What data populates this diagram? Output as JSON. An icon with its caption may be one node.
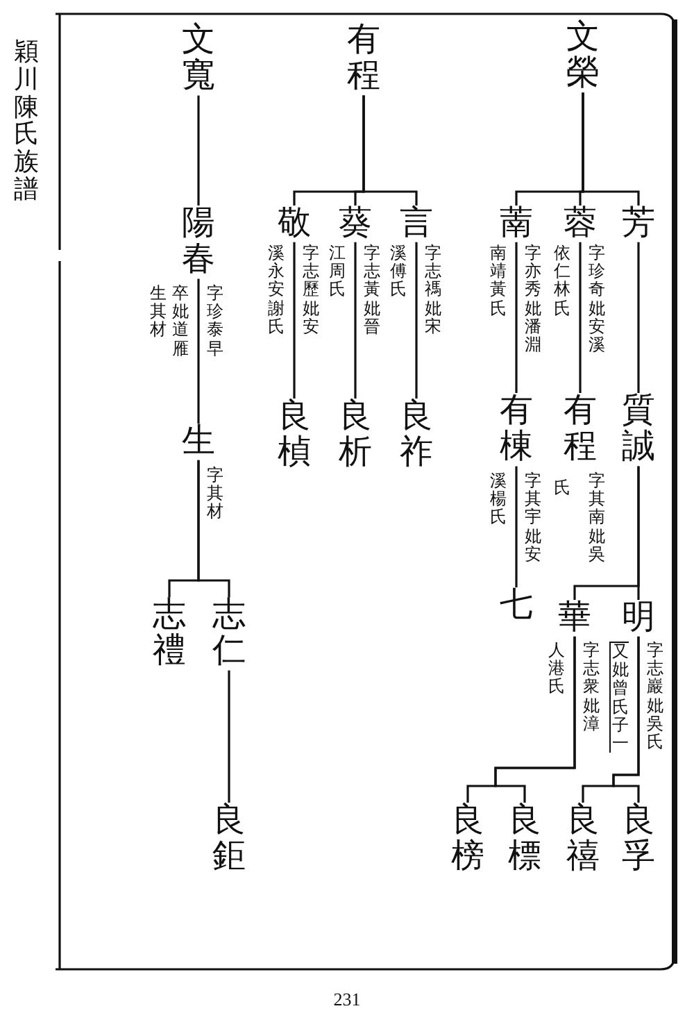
{
  "diagram": {
    "title": "穎川陳氏族譜",
    "nodes": [
      {
        "text": [
          "文榮"
        ]
      },
      {
        "text": [
          "有程"
        ]
      },
      {
        "text": [
          "文寬"
        ]
      },
      {
        "text": [
          "芳"
        ]
      },
      {
        "text": [
          "蓉"
        ],
        "beside": [
          "字珍奇妣安溪",
          "依仁林氏"
        ]
      },
      {
        "text": [
          "萳"
        ],
        "beside": [
          "字亦秀妣潘淵",
          "南靖黃氏"
        ]
      },
      {
        "text": [
          "言"
        ],
        "beside": [
          "字志禡妣宋",
          "溪傅氏"
        ]
      },
      {
        "text": [
          "葵"
        ],
        "beside": [
          "字志黃妣晉",
          "江周氏"
        ]
      },
      {
        "text": [
          "敬"
        ],
        "beside": [
          "字志歷妣安",
          "溪永安謝氏"
        ]
      },
      {
        "text": [
          "陽春"
        ],
        "beside": [
          "字珍泰早",
          "卒妣道雁",
          "生其材"
        ]
      },
      {
        "text": [
          "質誠"
        ]
      },
      {
        "text": [
          "有程"
        ],
        "beside": [
          "字其南妣吳",
          "氏"
        ]
      },
      {
        "text": [
          "有棟"
        ],
        "beside": [
          "字其宇妣安",
          "溪楊氏"
        ]
      },
      {
        "text": [
          "良祚"
        ]
      },
      {
        "text": [
          "良析"
        ]
      },
      {
        "text": [
          "良楨"
        ]
      },
      {
        "text": [
          "生"
        ],
        "beside": [
          "字其材"
        ]
      },
      {
        "text": [
          "七"
        ]
      },
      {
        "text": [
          "明"
        ],
        "beside": [
          "字志巖妣吳氏",
          "又妣曾氏子一"
        ]
      },
      {
        "text": [
          "華"
        ],
        "beside": [
          "字志衆妣漳",
          "人港氏"
        ]
      },
      {
        "text": [
          "志仁"
        ]
      },
      {
        "text": [
          "志禮"
        ]
      },
      {
        "text": [
          "良孚"
        ]
      },
      {
        "text": [
          "良禧"
        ]
      },
      {
        "text": [
          "良標"
        ]
      },
      {
        "text": [
          "良榜"
        ]
      },
      {
        "text": [
          "良鉅"
        ]
      }
    ],
    "edges": [
      {
        "from": 0,
        "to": 3,
        "arrow": "none"
      },
      {
        "from": 0,
        "to": 4,
        "arrow": "none"
      },
      {
        "from": 0,
        "to": 5,
        "arrow": "none"
      },
      {
        "from": 1,
        "to": 6,
        "arrow": "none"
      },
      {
        "from": 1,
        "to": 7,
        "arrow": "none"
      },
      {
        "from": 1,
        "to": 8,
        "arrow": "none"
      },
      {
        "from": 2,
        "to": 9,
        "arrow": "none"
      },
      {
        "from": 3,
        "to": 10,
        "arrow": "none"
      },
      {
        "from": 4,
        "to": 11,
        "arrow": "none"
      },
      {
        "from": 5,
        "to": 12,
        "arrow": "none"
      },
      {
        "from": 6,
        "to": 13,
        "arrow": "none"
      },
      {
        "from": 7,
        "to": 14,
        "arrow": "none"
      },
      {
        "from": 8,
        "to": 15,
        "arrow": "none"
      },
      {
        "from": 9,
        "to": 16,
        "arrow": "none"
      },
      {
        "from": 10,
        "to": 18,
        "arrow": "none"
      },
      {
        "from": 10,
        "to": 19,
        "arrow": "none"
      },
      {
        "from": 12,
        "to": 17,
        "arrow": "none"
      },
      {
        "from": 16,
        "to": 20,
        "arrow": "none"
      },
      {
        "from": 16,
        "to": 21,
        "arrow": "none"
      },
      {
        "from": 18,
        "to": 22,
        "arrow": "none"
      },
      {
        "from": 18,
        "to": 23,
        "arrow": "none"
      },
      {
        "from": 19,
        "to": 24,
        "arrow": "none"
      },
      {
        "from": 19,
        "to": 25,
        "arrow": "none"
      },
      {
        "from": 20,
        "to": 26,
        "arrow": "none"
      }
    ],
    "labels": [
      "231"
    ]
  }
}
